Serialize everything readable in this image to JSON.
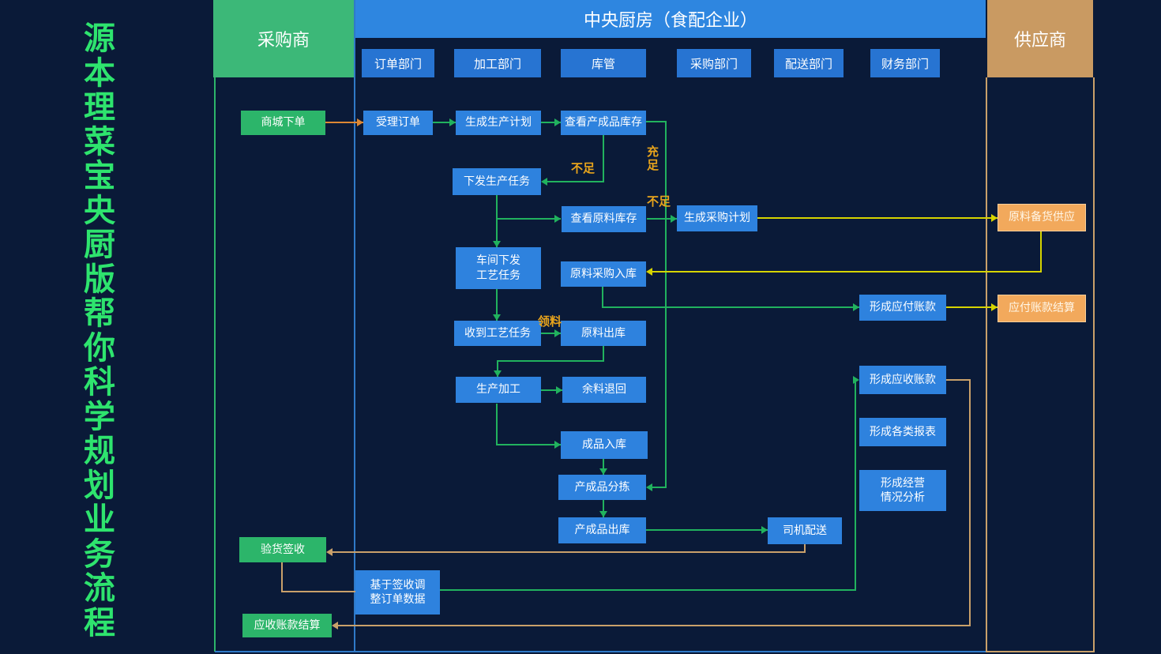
{
  "vertical_title": "源本理菜宝央厨版帮你科学规划业务流程",
  "lanes": {
    "purchaser": "采购商",
    "central_kitchen": "中央厨房（食配企业）",
    "supplier": "供应商"
  },
  "departments": [
    "订单部门",
    "加工部门",
    "库管",
    "采购部门",
    "配送部门",
    "财务部门"
  ],
  "nodes": {
    "mall_order": "商城下单",
    "accept_order": "受理订单",
    "gen_production_plan": "生成生产计划",
    "check_finished_inventory": "查看产成品库存",
    "issue_production_task": "下发生产任务",
    "check_material_inventory": "查看原料库存",
    "gen_purchase_plan": "生成采购计划",
    "material_stock_supply": "原料备货供应",
    "workshop_issue_task": "车间下发\n工艺任务",
    "material_purchase_in": "原料采购入库",
    "form_payable": "形成应付账款",
    "payable_settlement": "应付账款结算",
    "receive_task": "收到工艺任务",
    "material_out": "原料出库",
    "production_processing": "生产加工",
    "surplus_return": "余料退回",
    "form_receivable": "形成应收账款",
    "finished_in": "成品入库",
    "form_reports": "形成各类报表",
    "finished_sorting": "产成品分拣",
    "form_analysis": "形成经营\n情况分析",
    "finished_out": "产成品出库",
    "driver_delivery": "司机配送",
    "goods_sign": "验货签收",
    "adjust_order_data": "基于签收调\n整订单数据",
    "receivable_settlement": "应收账款结算"
  },
  "edge_labels": {
    "sufficient": "充\n足",
    "insufficient_top": "不足",
    "insufficient_right": "不足",
    "material_pickup": "领料"
  },
  "colors": {
    "background": "#0a1a38",
    "central_header_blue": "#2e86e0",
    "department_blue": "#2774d2",
    "flow_box_blue": "#2e82de",
    "purchaser_green": "#3cb878",
    "flow_box_green": "#2cb56a",
    "supplier_tan": "#c99a62",
    "flow_box_orange": "#f2a95c",
    "title_green": "#2ee46e",
    "arrow_green": "#21b25e",
    "arrow_yellow": "#d6d400",
    "arrow_orange": "#dd8833",
    "arrow_tan": "#c9a06a",
    "edge_label_amber": "#e8a41c"
  }
}
